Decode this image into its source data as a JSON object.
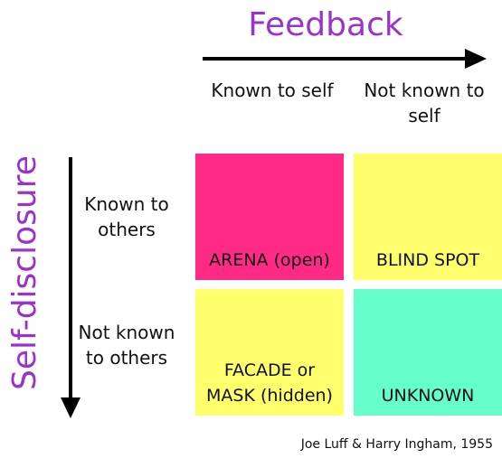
{
  "titles": {
    "feedback": "Feedback",
    "self_disclosure": "Self-disclosure"
  },
  "columns": [
    "Known to self",
    "Not known to self"
  ],
  "rows": [
    "Known to others",
    "Not known to others"
  ],
  "cells": [
    {
      "label": "ARENA (open)",
      "color": "#ff2a85"
    },
    {
      "label": "BLIND SPOT",
      "color": "#ffff6e"
    },
    {
      "label": "FACADE or MASK (hidden)",
      "color": "#ffff6e"
    },
    {
      "label": "UNKNOWN",
      "color": "#66ffcc"
    }
  ],
  "credit": "Joe Luff & Harry Ingham, 1955",
  "colors": {
    "title": "#9933cc",
    "arrow": "#000000"
  }
}
